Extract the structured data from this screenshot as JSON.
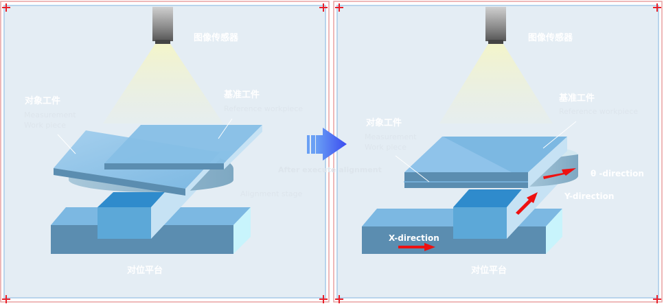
{
  "before": {
    "sensor_label": "图像传感器",
    "measurement_label": "对象工件",
    "measurement_en_1": "Measurement",
    "measurement_en_2": "Work piece",
    "reference_label": "基准工件",
    "reference_en": "Reference  workpiece",
    "stage_en": "Alignment  stage",
    "platform_label": "对位平台"
  },
  "transition": {
    "label": "After execute alignment"
  },
  "after": {
    "sensor_label": "图像传感器",
    "measurement_label": "对象工件",
    "measurement_en_1": "Measurement",
    "measurement_en_2": "Work piece",
    "reference_label": "基准工件",
    "reference_en": "Reference  workpiece",
    "theta_label": "θ -direction",
    "y_label": "Y-direction",
    "x_label": "X-direction",
    "platform_label": "对位平台"
  },
  "colors": {
    "background": "#e4edf4",
    "frame_red": "#e8a0a0",
    "frame_blue": "#b8d4ec",
    "marker_red": "#e8202a",
    "arrow_red": "#ee1111",
    "plate_top": "#7cb8e2",
    "plate_side": "#5b8db0",
    "arrow_blue": "#3b4cf0"
  }
}
